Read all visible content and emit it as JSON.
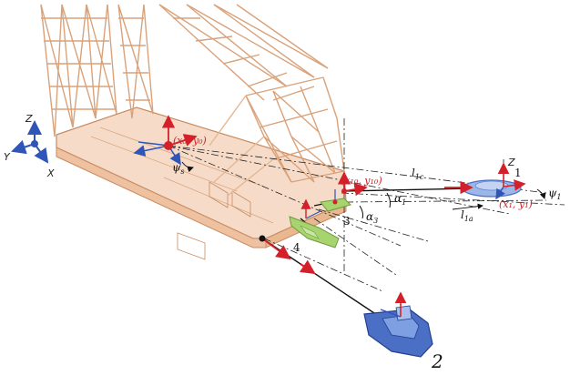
{
  "frame": {
    "x": "X",
    "y": "Y",
    "z": "Z"
  },
  "labels": {
    "ship_origin": "(x₀, y₀)",
    "psi_s": "ψ",
    "psi_s_sub": "s",
    "point_10": "(x₁₀, y₁₀)",
    "l1c": "l",
    "l1c_sub": "1c",
    "l1a": "l",
    "l1a_sub": "1a",
    "alpha1": "α",
    "alpha1_sub": "1",
    "alpha3": "α",
    "alpha3_sub": "3",
    "tug1_pos": "(x₁, y₁)",
    "psi1": "ψ",
    "psi1_sub": "1",
    "tug1_num": "1",
    "tug3_num": "3",
    "tug4_num": "4",
    "tug2_num": "2"
  },
  "colors": {
    "crane": "#d9a27a",
    "crane_dark": "#b9754a",
    "tow_line": "#111111",
    "force_arrow": "#d4202a",
    "axis_blue": "#2f55b8",
    "tug_blue": "#5b82d6",
    "tug_green": "#8fbf5a"
  }
}
